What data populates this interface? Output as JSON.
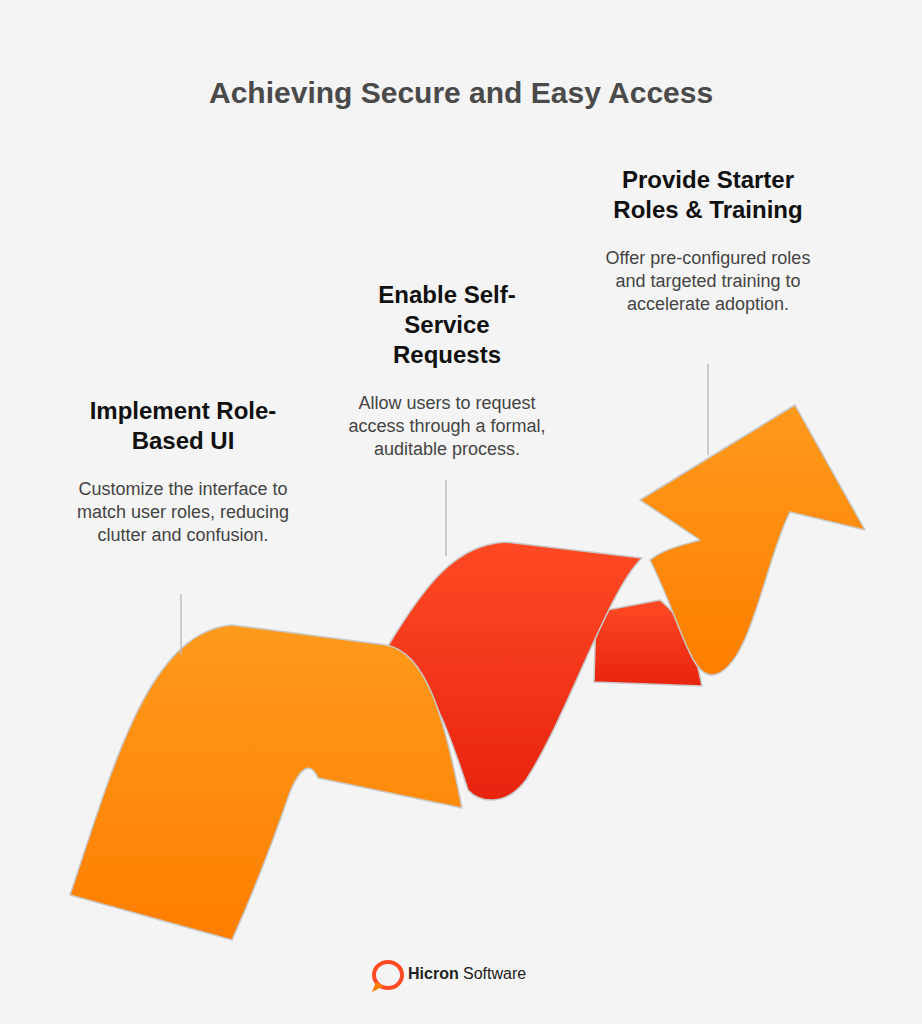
{
  "diagram": {
    "title": "Achieving Secure and Easy Access",
    "nodes": [
      {
        "text": [
          "Implement Role-Based UI",
          "Customize the interface to match user roles, reducing clutter and confusion."
        ]
      },
      {
        "text": [
          "Enable Self-Service Requests",
          "Allow users to request access through a formal, auditable process."
        ]
      },
      {
        "text": [
          "Provide Starter Roles & Training",
          "Offer pre-configured roles and targeted training to accelerate adoption."
        ]
      }
    ],
    "labels": [
      "Hicron",
      "Software"
    ]
  }
}
